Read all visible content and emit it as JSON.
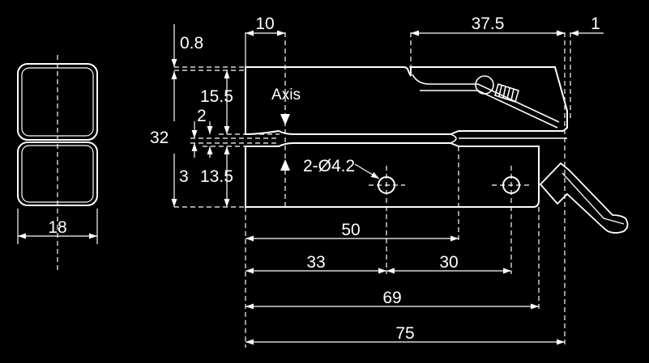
{
  "colors": {
    "background": "#000000",
    "line": "#ffffff"
  },
  "labels": {
    "axis": "Axis",
    "holes": "2-Ø4.2"
  },
  "dimensions": {
    "side_width": "18",
    "top_offset": "0.8",
    "top_gap_to_axis": "10",
    "jaw_length": "37.5",
    "jaw_tip": "1",
    "upper_height": "15.5",
    "total_height": "32",
    "slot": "2",
    "slot_bottom": "3",
    "lower_height": "13.5",
    "slot_length": "50",
    "hole1_pos": "33",
    "hole_spacing": "30",
    "body_length": "69",
    "overall_length": "75"
  }
}
